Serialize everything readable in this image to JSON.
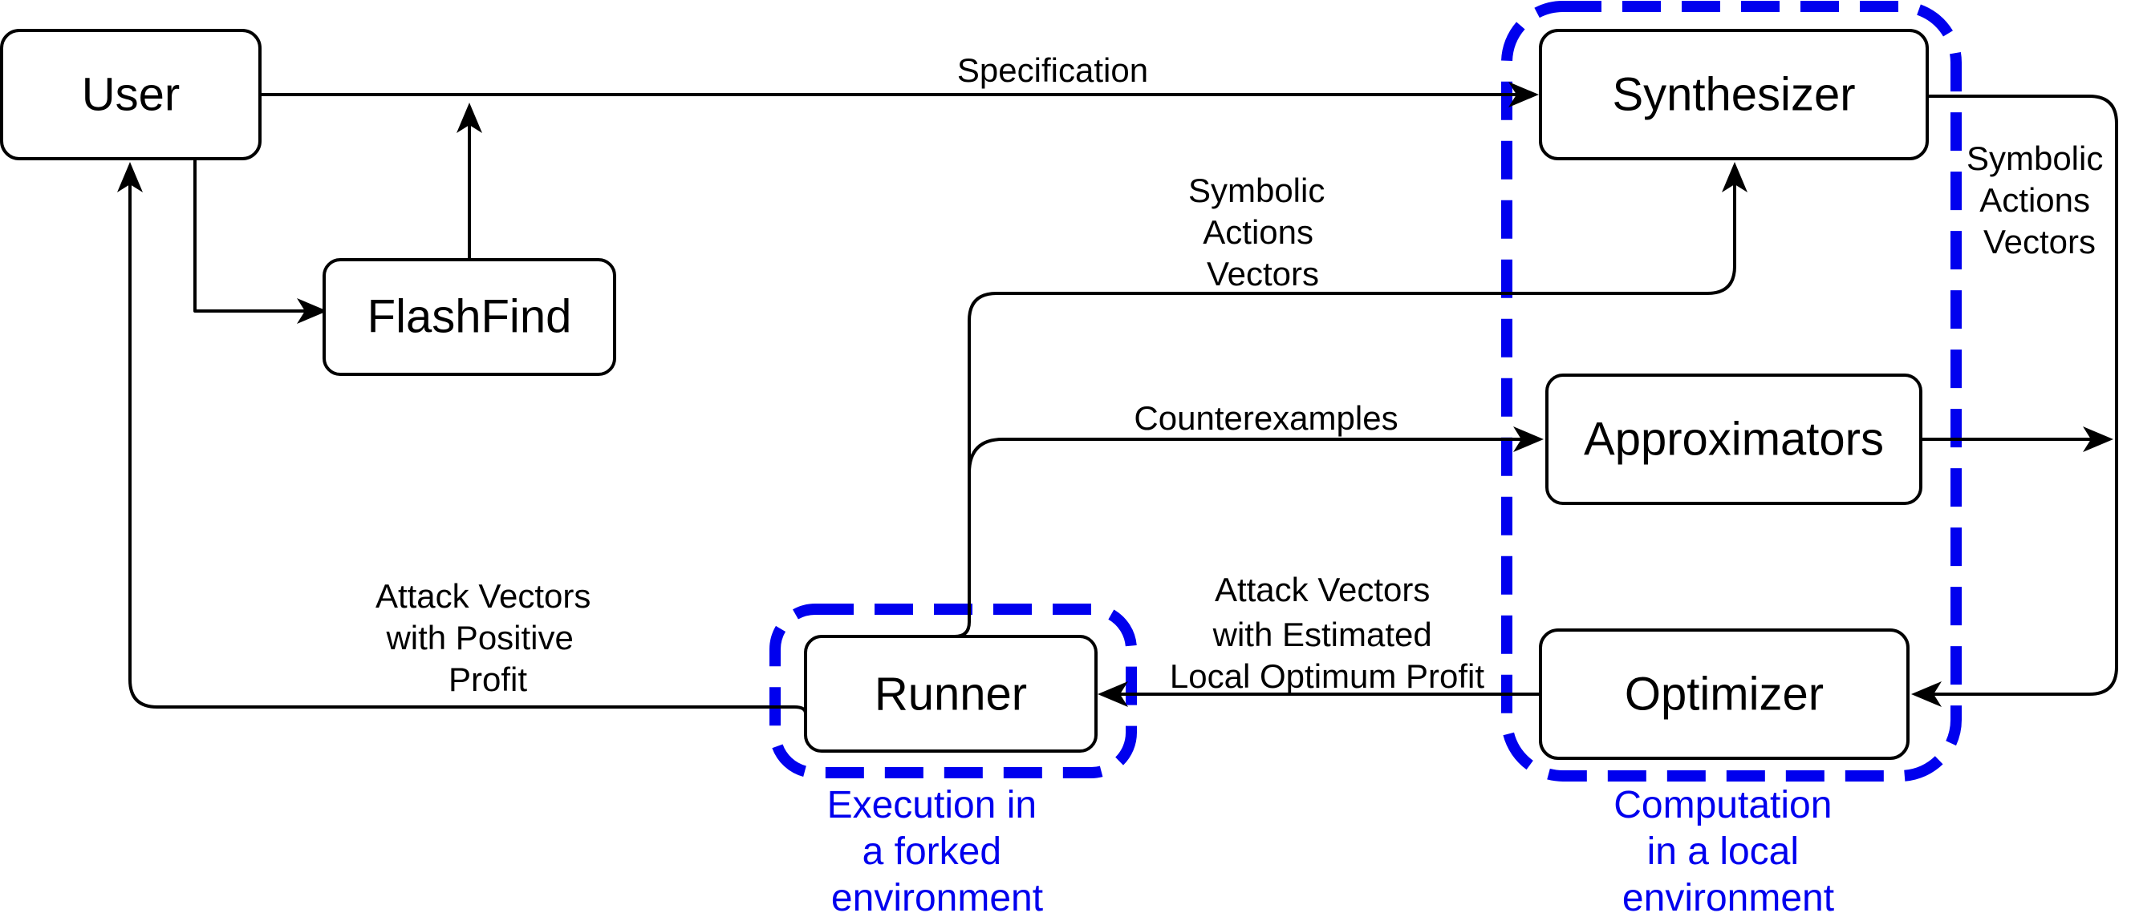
{
  "colors": {
    "line": "#000000",
    "group_accent": "#0000ee"
  },
  "nodes": {
    "user": "User",
    "flashfind": "FlashFind",
    "synthesizer": "Synthesizer",
    "approximators": "Approximators",
    "optimizer": "Optimizer",
    "runner": "Runner"
  },
  "edges": {
    "specification": "Specification",
    "symbolic_mid": [
      "Symbolic",
      "Actions",
      "Vectors"
    ],
    "symbolic_right": [
      "Symbolic",
      "Actions",
      "Vectors"
    ],
    "counterexamples": "Counterexamples",
    "attack_estimated": [
      "Attack Vectors",
      "with Estimated",
      "Local Optimum Profit"
    ],
    "attack_positive": [
      "Attack Vectors",
      "with Positive",
      "Profit"
    ]
  },
  "groups": {
    "local": [
      "Computation",
      "in a local",
      "environment"
    ],
    "forked": [
      "Execution in",
      "a forked",
      "environment"
    ]
  }
}
